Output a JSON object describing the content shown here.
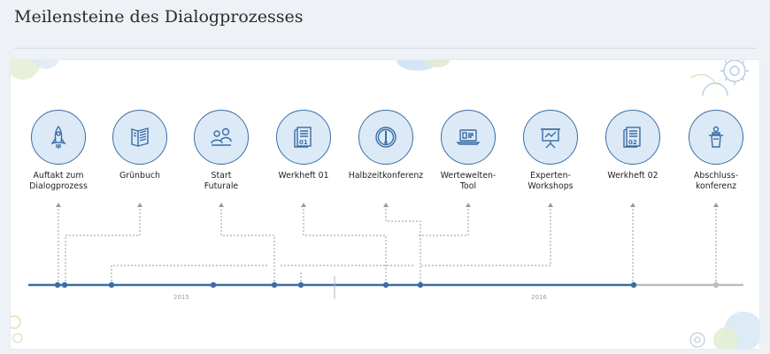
{
  "page": {
    "title": "Meilensteine des Dialogprozesses"
  },
  "timeline": {
    "years": [
      {
        "label": "2015"
      },
      {
        "label": "2016"
      }
    ],
    "colors": {
      "accent": "#3a6da3",
      "icon_fill": "#dceaf7",
      "future_line": "#b9bcc0",
      "connector": "#9a9a9a"
    },
    "milestones": [
      {
        "id": "auftakt",
        "label": "Auftakt zum\nDialogprozess",
        "icon": "rocket-icon"
      },
      {
        "id": "gruenbuch",
        "label": "Grünbuch",
        "icon": "book-icon"
      },
      {
        "id": "futurale",
        "label": "Start\nFuturale",
        "icon": "audience-icon"
      },
      {
        "id": "werkheft01",
        "label": "Werkheft 01",
        "icon": "booklet-01-icon"
      },
      {
        "id": "halbzeit",
        "label": "Halbzeitkonferenz",
        "icon": "compass-icon"
      },
      {
        "id": "wertewelten",
        "label": "Wertewelten-\nTool",
        "icon": "laptop-icon"
      },
      {
        "id": "experten",
        "label": "Experten-\nWorkshops",
        "icon": "presentation-board-icon"
      },
      {
        "id": "werkheft02",
        "label": "Werkheft 02",
        "icon": "booklet-02-icon"
      },
      {
        "id": "abschluss",
        "label": "Abschluss-\nkonferenz",
        "icon": "lectern-icon"
      }
    ]
  }
}
